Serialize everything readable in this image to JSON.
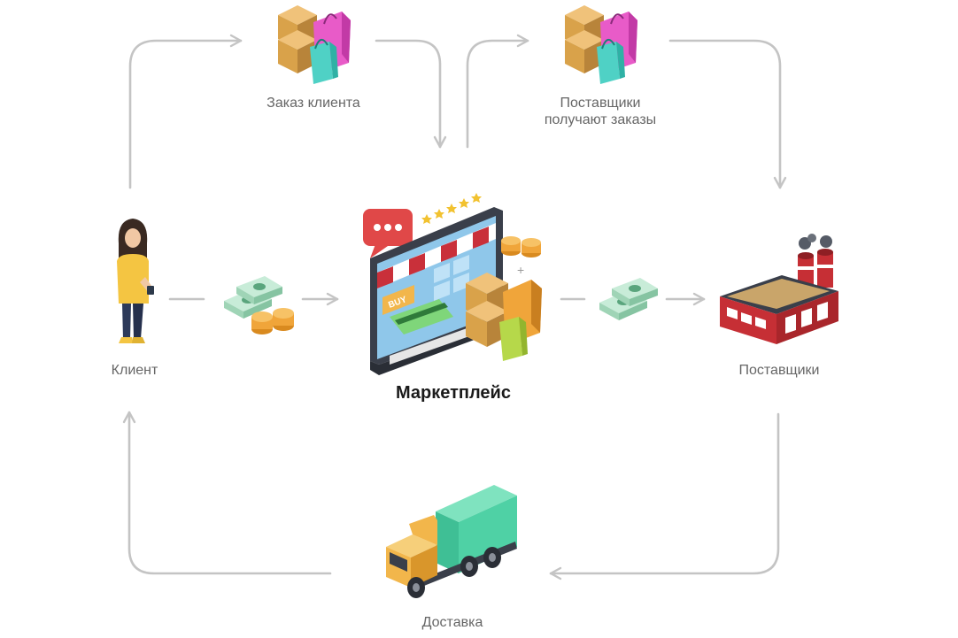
{
  "nodes": {
    "customer_order": "Заказ клиента",
    "suppliers_receive": "Поставщики\nполучают заказы",
    "client": "Клиент",
    "marketplace": "Маркетплейс",
    "suppliers": "Поставщики",
    "delivery": "Доставка"
  },
  "screen_badge": "BUY",
  "colors": {
    "connector": "#c4c4c4",
    "label": "#666666",
    "box": "#d9a24a",
    "bag_pink": "#e85bc8",
    "bag_teal": "#4fd1c5",
    "awning_red": "#c9303a",
    "factory_red": "#c62f35",
    "truck_green": "#4fd1a5",
    "truck_cab": "#f2b64b",
    "money_green": "#9fd4b6",
    "coin": "#f0a53a"
  },
  "icons": [
    "shopping-icon",
    "woman-icon",
    "money-icon",
    "coins-icon",
    "computer-store-icon",
    "factory-icon",
    "truck-icon",
    "speech-bubble-icon",
    "stars-icon",
    "credit-card-icon",
    "arrow-icon"
  ]
}
